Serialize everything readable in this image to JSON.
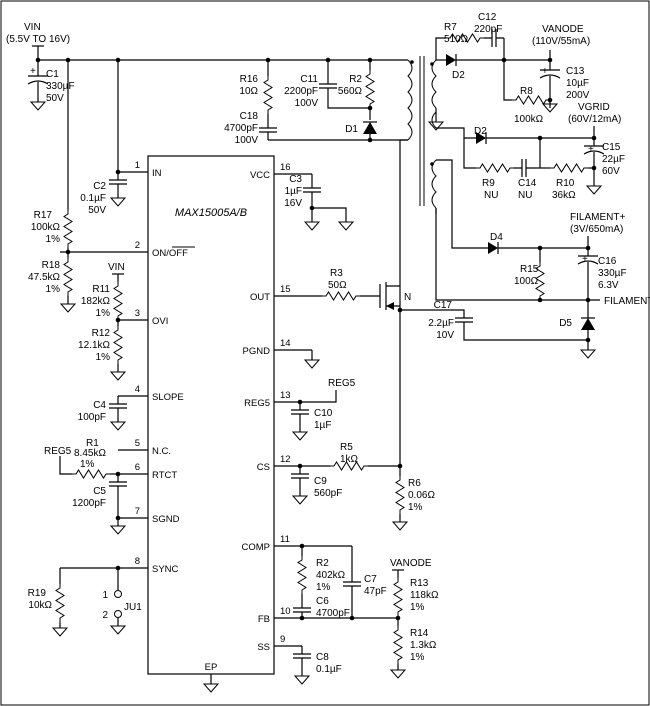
{
  "ic": {
    "name": "MAX15005A/B",
    "pins": {
      "in": {
        "num": "1",
        "label": "IN"
      },
      "onoff": {
        "num": "2",
        "label": "ON/OFF"
      },
      "ovi": {
        "num": "3",
        "label": "OVI"
      },
      "slope": {
        "num": "4",
        "label": "SLOPE"
      },
      "nc": {
        "num": "5",
        "label": "N.C."
      },
      "rtct": {
        "num": "6",
        "label": "RTCT"
      },
      "sgnd": {
        "num": "7",
        "label": "SGND"
      },
      "sync": {
        "num": "8",
        "label": "SYNC"
      },
      "ss": {
        "num": "9",
        "label": "SS"
      },
      "fb": {
        "num": "10",
        "label": "FB"
      },
      "comp": {
        "num": "11",
        "label": "COMP"
      },
      "cs": {
        "num": "12",
        "label": "CS"
      },
      "reg5": {
        "num": "13",
        "label": "REG5"
      },
      "pgnd": {
        "num": "14",
        "label": "PGND"
      },
      "out": {
        "num": "15",
        "label": "OUT"
      },
      "vcc": {
        "num": "16",
        "label": "VCC"
      },
      "ep": {
        "label": "EP"
      }
    }
  },
  "nets": {
    "vin_title": "VIN",
    "vin_range": "(5.5V TO 16V)",
    "vin_local": "VIN",
    "reg5_a": "REG5",
    "reg5_b": "REG5",
    "vanode_title": "VANODE",
    "vanode_spec": "(110V/55mA)",
    "vgrid_title": "VGRID",
    "vgrid_spec": "(60V/12mA)",
    "filament_plus": "FILAMENT+",
    "filament_spec": "(3V/650mA)",
    "filament_minus": "FILAMENT-",
    "vanode_fb": "VANODE",
    "mosfet": "N",
    "jumper": "JU1",
    "jumper_pin1": "1",
    "jumper_pin2": "2"
  },
  "components": {
    "c1": {
      "ref": "C1",
      "v1": "330µF",
      "v2": "50V"
    },
    "c2": {
      "ref": "C2",
      "v1": "0.1µF",
      "v2": "50V"
    },
    "c3": {
      "ref": "C3",
      "v1": "1µF",
      "v2": "16V"
    },
    "c4": {
      "ref": "C4",
      "v1": "100pF"
    },
    "c5": {
      "ref": "C5",
      "v1": "1200pF"
    },
    "c6": {
      "ref": "C6",
      "v1": "4700pF"
    },
    "c7": {
      "ref": "C7",
      "v1": "47pF"
    },
    "c8": {
      "ref": "C8",
      "v1": "0.1µF"
    },
    "c9": {
      "ref": "C9",
      "v1": "560pF"
    },
    "c10": {
      "ref": "C10",
      "v1": "1µF"
    },
    "c11": {
      "ref": "C11",
      "v1": "2200pF",
      "v2": "100V"
    },
    "c12": {
      "ref": "C12",
      "v1": "220pF"
    },
    "c13": {
      "ref": "C13",
      "v1": "10µF",
      "v2": "200V"
    },
    "c14": {
      "ref": "C14",
      "v1": "NU"
    },
    "c15": {
      "ref": "C15",
      "v1": "22µF",
      "v2": "60V"
    },
    "c16": {
      "ref": "C16",
      "v1": "330µF",
      "v2": "6.3V"
    },
    "c17": {
      "ref": "C17",
      "v1": "2.2µF",
      "v2": "10V"
    },
    "c18": {
      "ref": "C18",
      "v1": "4700pF",
      "v2": "100V"
    },
    "r1": {
      "ref": "R1",
      "v1": "8.45kΩ",
      "v2": "1%"
    },
    "r2": {
      "ref": "R2",
      "v1": "560Ω"
    },
    "r2b": {
      "ref": "R2",
      "v1": "402kΩ",
      "v2": "1%"
    },
    "r3": {
      "ref": "R3",
      "v1": "50Ω"
    },
    "r5": {
      "ref": "R5",
      "v1": "1kΩ"
    },
    "r6": {
      "ref": "R6",
      "v1": "0.06Ω",
      "v2": "1%"
    },
    "r7": {
      "ref": "R7",
      "v1": "510Ω"
    },
    "r8": {
      "ref": "R8",
      "v1": "100kΩ"
    },
    "r9": {
      "ref": "R9",
      "v1": "NU"
    },
    "r10": {
      "ref": "R10",
      "v1": "36kΩ"
    },
    "r11": {
      "ref": "R11",
      "v1": "182kΩ",
      "v2": "1%"
    },
    "r12": {
      "ref": "R12",
      "v1": "12.1kΩ",
      "v2": "1%"
    },
    "r13": {
      "ref": "R13",
      "v1": "118kΩ",
      "v2": "1%"
    },
    "r14": {
      "ref": "R14",
      "v1": "1.3kΩ",
      "v2": "1%"
    },
    "r15": {
      "ref": "R15",
      "v1": "100Ω"
    },
    "r16": {
      "ref": "R16",
      "v1": "10Ω"
    },
    "r17": {
      "ref": "R17",
      "v1": "100kΩ",
      "v2": "1%"
    },
    "r18": {
      "ref": "R18",
      "v1": "47.5kΩ",
      "v2": "1%"
    },
    "r19": {
      "ref": "R19",
      "v1": "10kΩ"
    },
    "d1": {
      "ref": "D1"
    },
    "d2a": {
      "ref": "D2"
    },
    "d2b": {
      "ref": "D2"
    },
    "d4": {
      "ref": "D4"
    },
    "d5": {
      "ref": "D5"
    }
  }
}
